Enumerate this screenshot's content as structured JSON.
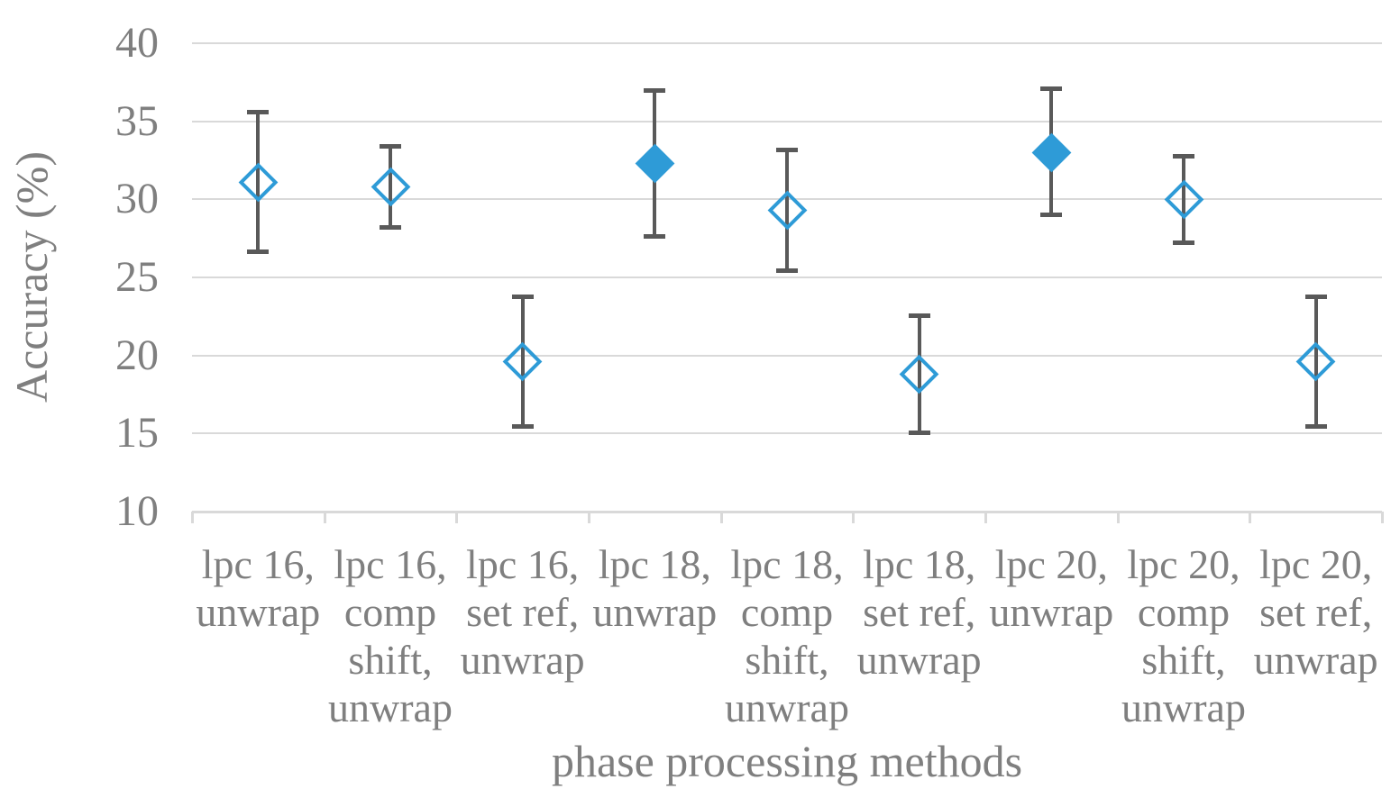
{
  "chart_data": {
    "type": "scatter",
    "title": "",
    "xlabel": "phase processing methods",
    "ylabel": "Accuracy (%)",
    "ylim": [
      10,
      40
    ],
    "yticks": [
      10,
      15,
      20,
      25,
      30,
      35,
      40
    ],
    "grid": true,
    "legend": false,
    "categories": [
      "lpc 16, unwrap",
      "lpc 16, comp shift, unwrap",
      "lpc 16, set ref, unwrap",
      "lpc 18, unwrap",
      "lpc 18, comp shift, unwrap",
      "lpc 18, set ref, unwrap",
      "lpc 20, unwrap",
      "lpc 20, comp shift, unwrap",
      "lpc 20, set ref, unwrap"
    ],
    "category_label_lines": [
      [
        "lpc 16,",
        "unwrap"
      ],
      [
        "lpc 16,",
        "comp",
        "shift,",
        "unwrap"
      ],
      [
        "lpc 16,",
        "set ref,",
        "unwrap"
      ],
      [
        "lpc 18,",
        "unwrap"
      ],
      [
        "lpc 18,",
        "comp",
        "shift,",
        "unwrap"
      ],
      [
        "lpc 18,",
        "set ref,",
        "unwrap"
      ],
      [
        "lpc 20,",
        "unwrap"
      ],
      [
        "lpc 20,",
        "comp",
        "shift,",
        "unwrap"
      ],
      [
        "lpc 20,",
        "set ref,",
        "unwrap"
      ]
    ],
    "points": [
      {
        "category": "lpc 16, unwrap",
        "value": 31.1,
        "err_low": 26.6,
        "err_high": 35.6,
        "marker": "open-diamond"
      },
      {
        "category": "lpc 16, comp shift, unwrap",
        "value": 30.8,
        "err_low": 28.2,
        "err_high": 33.4,
        "marker": "open-diamond"
      },
      {
        "category": "lpc 16, set ref, unwrap",
        "value": 19.6,
        "err_low": 15.4,
        "err_high": 23.8,
        "marker": "open-diamond"
      },
      {
        "category": "lpc 18, unwrap",
        "value": 32.3,
        "err_low": 27.6,
        "err_high": 37.0,
        "marker": "filled-diamond"
      },
      {
        "category": "lpc 18, comp shift, unwrap",
        "value": 29.3,
        "err_low": 25.4,
        "err_high": 33.2,
        "marker": "open-diamond"
      },
      {
        "category": "lpc 18, set ref, unwrap",
        "value": 18.8,
        "err_low": 15.0,
        "err_high": 22.6,
        "marker": "open-diamond"
      },
      {
        "category": "lpc 20, unwrap",
        "value": 33.0,
        "err_low": 29.0,
        "err_high": 37.1,
        "marker": "filled-diamond"
      },
      {
        "category": "lpc 20, comp shift, unwrap",
        "value": 30.0,
        "err_low": 27.2,
        "err_high": 32.8,
        "marker": "open-diamond"
      },
      {
        "category": "lpc 20, set ref, unwrap",
        "value": 19.6,
        "err_low": 15.4,
        "err_high": 23.8,
        "marker": "open-diamond"
      }
    ]
  },
  "colors": {
    "marker_blue": "#2e9bd7",
    "error_bar_gray": "#595959",
    "gridline_gray": "#d9d9d9",
    "axis_text_gray": "#7f7f7f",
    "background": "#ffffff"
  }
}
